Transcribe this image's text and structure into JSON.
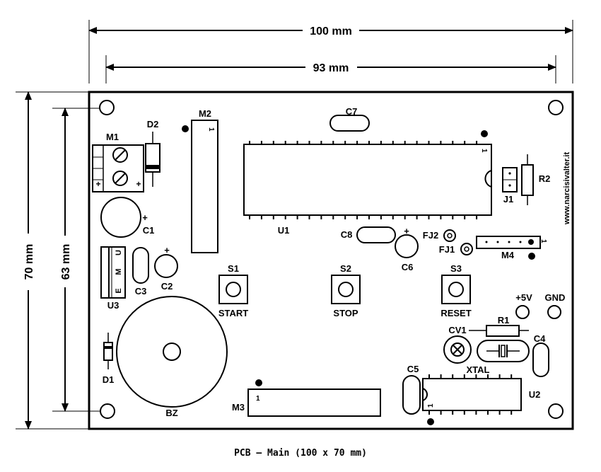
{
  "dimensions": {
    "width_total": "100 mm",
    "width_holes": "93 mm",
    "height_total": "70 mm",
    "height_holes": "63 mm"
  },
  "components": {
    "m1": "M1",
    "d2": "D2",
    "m2": "M2",
    "m2_pin": "1",
    "c7": "C7",
    "u1": "U1",
    "u1_pin": "1",
    "j1": "J1",
    "r2": "R2",
    "website": "www.narcisivalter.it",
    "c1": "C1",
    "c8": "C8",
    "c6": "C6",
    "fj2": "FJ2",
    "fj1": "FJ1",
    "m4": "M4",
    "m4_pin": "1",
    "u3": "U3",
    "u3_pins": [
      "U",
      "M",
      "E"
    ],
    "c3": "C3",
    "c2": "C2",
    "s1": "S1",
    "s1_text": "START",
    "s2": "S2",
    "s2_text": "STOP",
    "s3": "S3",
    "s3_text": "RESET",
    "p5v": "+5V",
    "gnd": "GND",
    "r1": "R1",
    "cv1": "CV1",
    "c4": "C4",
    "xtal": "XTAL",
    "c5": "C5",
    "u2": "U2",
    "u2_pin": "1",
    "d1": "D1",
    "bz": "BZ",
    "m3": "M3",
    "m3_pin": "1",
    "plus": "+"
  },
  "caption": "PCB – Main (100 x 70 mm)"
}
